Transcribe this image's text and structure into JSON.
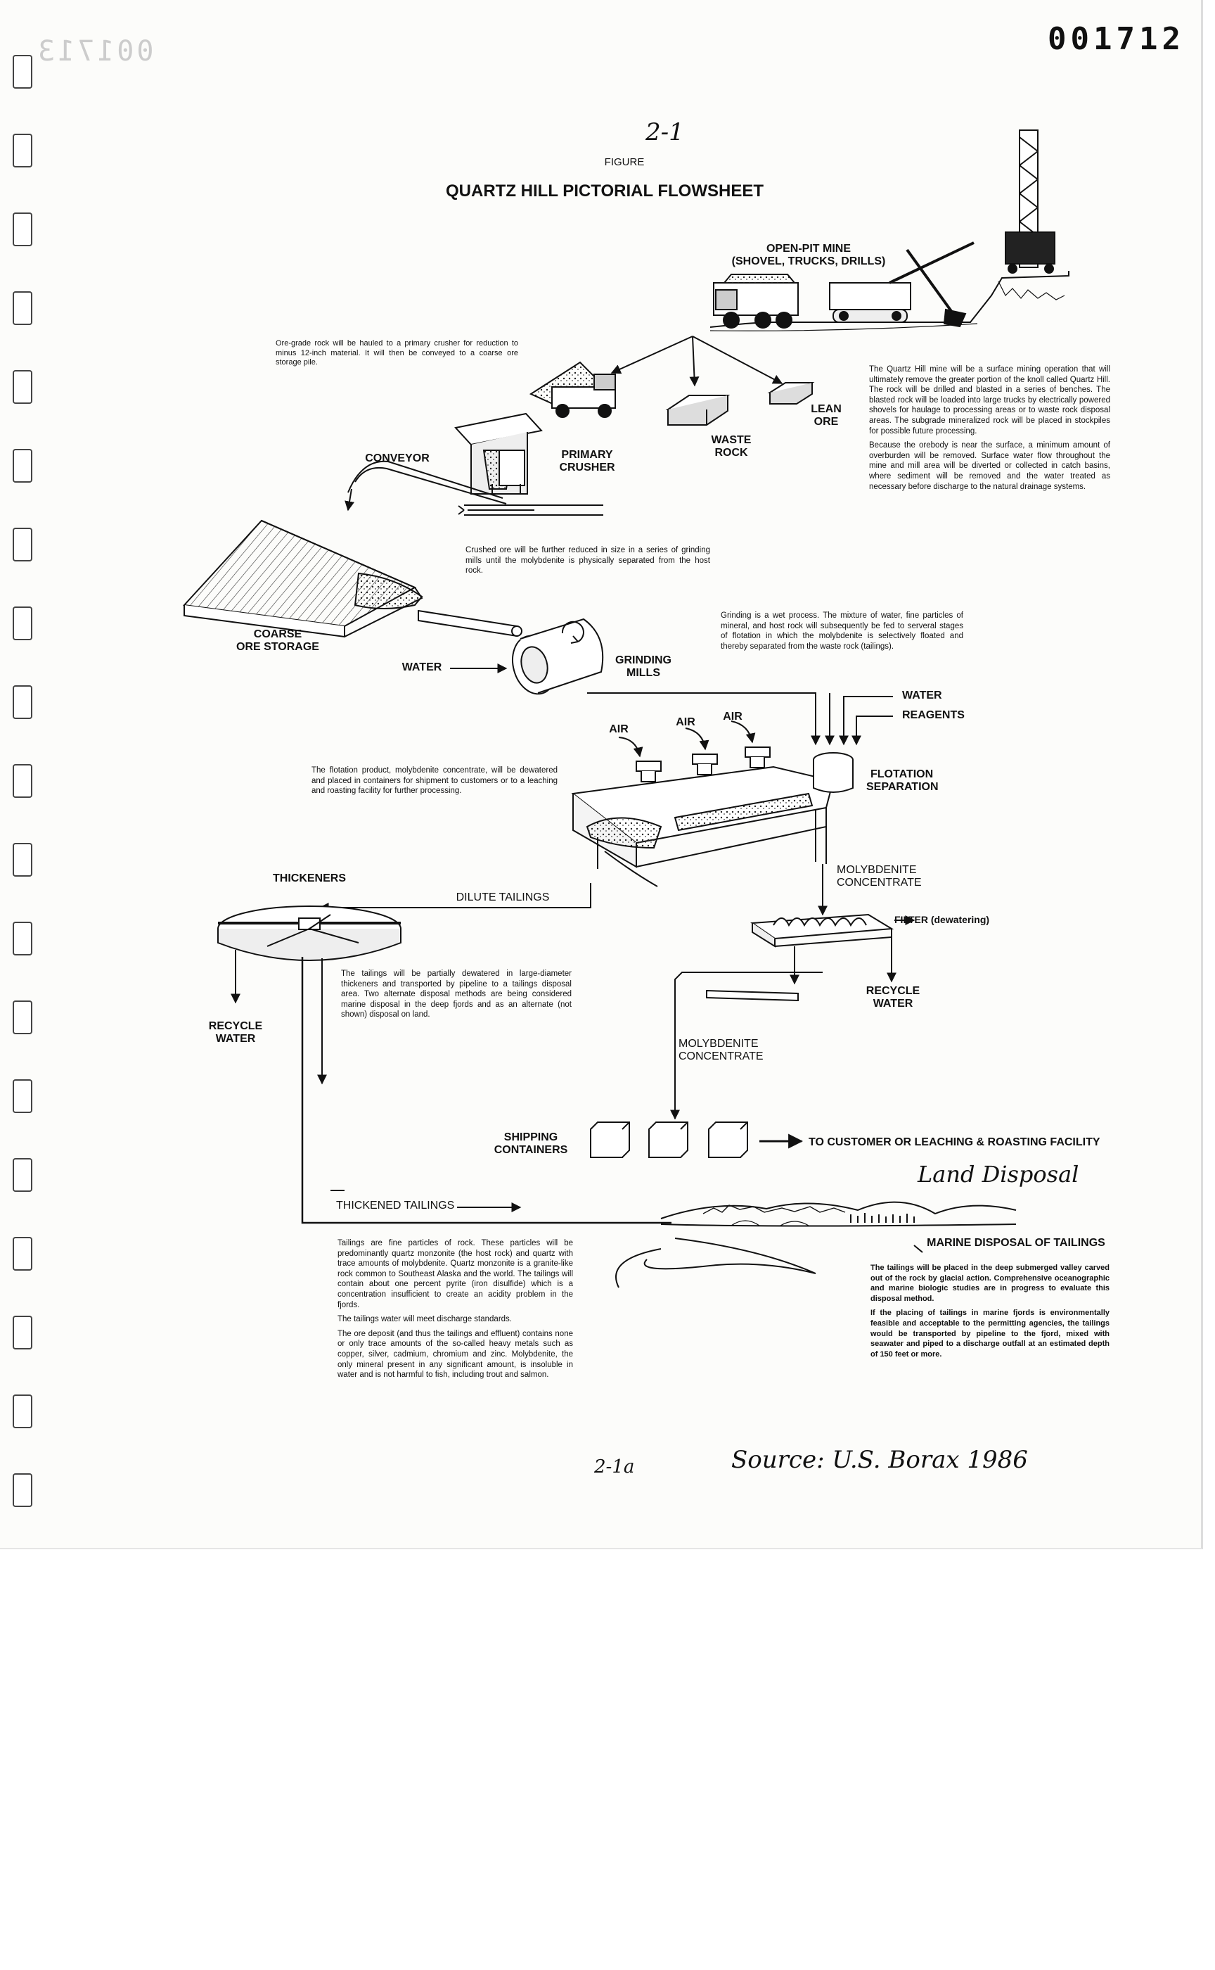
{
  "doc_id": "001712",
  "doc_id_mirror": "001713",
  "figure_number": "2-1",
  "figure_label": "FIGURE",
  "title": "QUARTZ HILL PICTORIAL FLOWSHEET",
  "labels": {
    "open_pit_mine": "OPEN-PIT MINE",
    "open_pit_equipment": "(SHOVEL, TRUCKS, DRILLS)",
    "lean_ore_1": "LEAN",
    "lean_ore_2": "ORE",
    "waste_rock_1": "WASTE",
    "waste_rock_2": "ROCK",
    "conveyor": "CONVEYOR",
    "primary_crusher_1": "PRIMARY",
    "primary_crusher_2": "CRUSHER",
    "coarse_ore_storage_1": "COARSE",
    "coarse_ore_storage_2": "ORE STORAGE",
    "water_in": "WATER",
    "grinding_mills_1": "GRINDING",
    "grinding_mills_2": "MILLS",
    "water": "WATER",
    "reagents": "REAGENTS",
    "air_1": "AIR",
    "air_2": "AIR",
    "air_3": "AIR",
    "flotation_1": "FLOTATION",
    "flotation_2": "SEPARATION",
    "thickeners": "THICKENERS",
    "dilute_tailings": "DILUTE TAILINGS",
    "moly_conc_1a": "MOLYBDENITE",
    "moly_conc_1b": "CONCENTRATE",
    "filter": "FILTER (dewatering)",
    "recycle_water_r_1": "RECYCLE",
    "recycle_water_r_2": "WATER",
    "recycle_water_l_1": "RECYCLE",
    "recycle_water_l_2": "WATER",
    "moly_conc_2a": "MOLYBDENITE",
    "moly_conc_2b": "CONCENTRATE",
    "shipping_1": "SHIPPING",
    "shipping_2": "CONTAINERS",
    "to_customer": "TO CUSTOMER OR LEACHING & ROASTING FACILITY",
    "thickened_tailings": "THICKENED TAILINGS",
    "marine_disposal": "MARINE DISPOSAL OF TAILINGS"
  },
  "notes": {
    "ore_grade": "Ore-grade rock will be hauled to a primary crusher for reduction to minus 12-inch material. It will then be conveyed to a coarse ore storage pile.",
    "mine_p1": "The Quartz Hill mine will be a surface mining operation that will ultimately remove the greater portion of the knoll called Quartz Hill. The rock will be drilled and blasted in a series of benches. The blasted rock will be loaded into large trucks by electrically powered shovels for haulage to processing areas or to waste rock disposal areas. The subgrade mineralized rock will be placed in stockpiles for possible future processing.",
    "mine_p2": "Because the orebody is near the surface, a minimum amount of overburden will be removed. Surface water flow throughout the mine and mill area will be diverted or collected in catch basins, where sediment will be removed and the water treated as necessary before discharge to the natural drainage systems.",
    "crushed_ore": "Crushed ore will be further reduced in size in a series of grinding mills until the molybdenite is physically separated from the host rock.",
    "grinding": "Grinding is a wet process. The mixture of water, fine particles of mineral, and host rock will subsequently be fed to serveral stages of flotation in which the molybdenite is selectively floated and thereby separated from the waste rock (tailings).",
    "flotation": "The flotation product, molybdenite concentrate, will be dewatered and placed in containers for shipment to customers or to a leaching and roasting facility for further processing.",
    "thickeners": "The tailings will be partially dewatered in large-diameter thickeners and transported by pipeline to a tailings disposal area. Two alternate disposal methods are being considered marine disposal in the deep fjords and as an alternate (not shown) disposal on land.",
    "tailings_p1": "Tailings are fine particles of rock. These particles will be predominantly quartz monzonite (the host rock) and quartz with trace amounts of molybdenite. Quartz monzonite is a granite-like rock common to Southeast Alaska and the world. The tailings will contain about one percent pyrite (iron disulfide) which is a concentration insufficient to create an acidity problem in the fjords.",
    "tailings_p2": "The tailings water will meet discharge standards.",
    "tailings_p3": "The ore deposit (and thus the tailings and effluent) contains none or only trace amounts of the so-called heavy metals such as copper, silver, cadmium, chromium and zinc. Molybdenite, the only mineral present in any significant amount, is insoluble in water and is not harmful to fish, including trout and salmon.",
    "marine_p1": "The tailings will be placed in the deep submerged valley carved out of the rock by glacial action. Comprehensive oceanographic and marine biologic studies are in progress to evaluate this disposal method.",
    "marine_p2": "If the placing of tailings in marine fjords is environmentally feasible and acceptable to the permitting agencies, the tailings would be transported by pipeline to the fjord, mixed with seawater and piped to a discharge outfall at an estimated depth of 150 feet or more."
  },
  "handwriting": {
    "land_disposal": "Land Disposal",
    "page_number": "2-1a",
    "source": "Source: U.S. Borax 1986"
  }
}
